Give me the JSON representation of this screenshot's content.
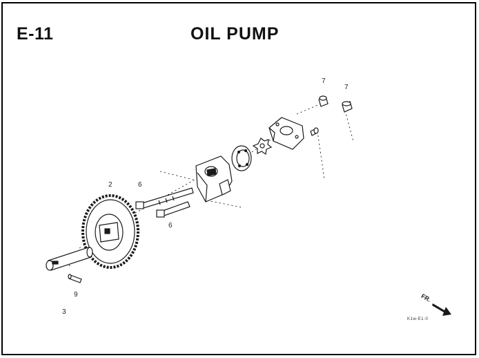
{
  "header": {
    "section_code": "E-11",
    "title": "OIL PUMP"
  },
  "callouts": {
    "c7a": "7",
    "c7b": "7",
    "c2": "2",
    "c6a": "6",
    "c6b": "6",
    "c9": "9",
    "c3": "3"
  },
  "front_indicator": {
    "label": "FR.",
    "code": "K1w-E1-0"
  },
  "colors": {
    "line": "#1a1a1a",
    "fill": "#ffffff",
    "shade": "#c8c8c8"
  }
}
